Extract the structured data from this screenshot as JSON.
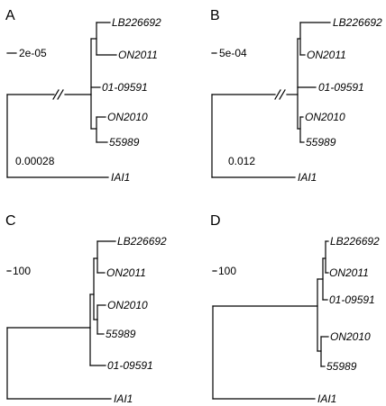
{
  "figure": {
    "panels": [
      {
        "id": "A",
        "letter": "A",
        "scale_label": "2e-05",
        "root_note": "0.00028",
        "tips": [
          "LB226692",
          "ON2011",
          "01-09591",
          "ON2010",
          "55989",
          "IAI1"
        ],
        "has_break": true
      },
      {
        "id": "B",
        "letter": "B",
        "scale_label": "5e-04",
        "root_note": "0.012",
        "tips": [
          "LB226692",
          "ON2011",
          "01-09591",
          "ON2010",
          "55989",
          "IAI1"
        ],
        "has_break": true
      },
      {
        "id": "C",
        "letter": "C",
        "scale_label": "100",
        "root_note": "",
        "tips": [
          "LB226692",
          "ON2011",
          "ON2010",
          "55989",
          "01-09591",
          "IAI1"
        ],
        "has_break": false
      },
      {
        "id": "D",
        "letter": "D",
        "scale_label": "100",
        "root_note": "",
        "tips": [
          "LB226692",
          "ON2011",
          "01-09591",
          "ON2010",
          "55989",
          "IAI1"
        ],
        "has_break": false
      }
    ]
  }
}
